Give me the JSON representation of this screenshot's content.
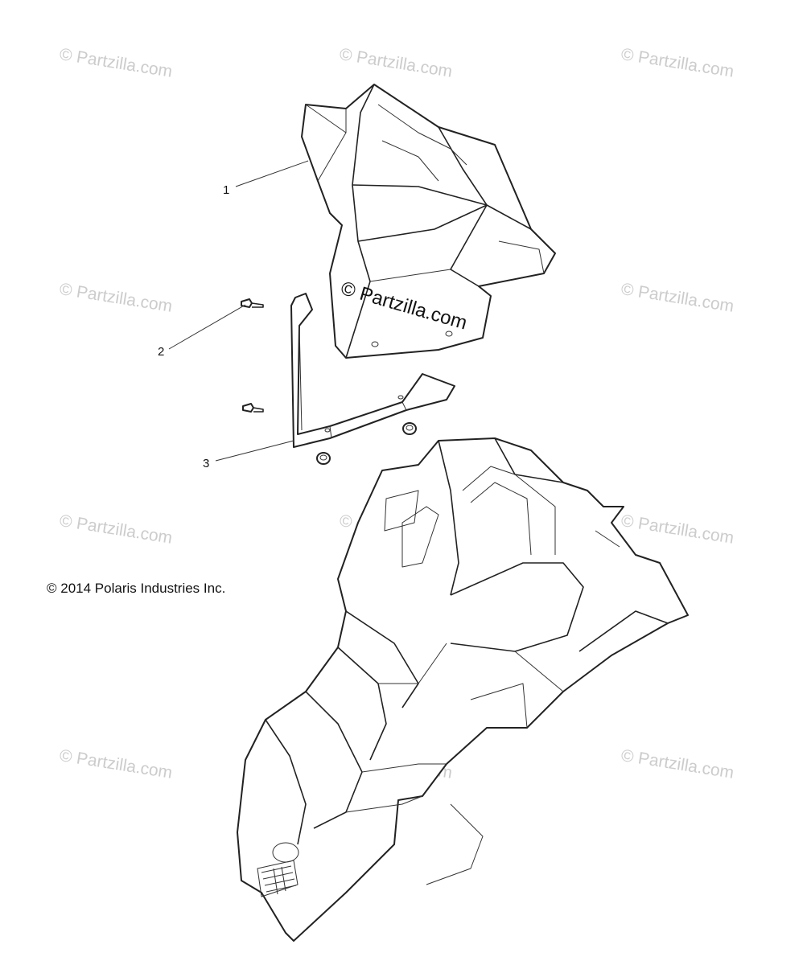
{
  "watermark": "© Partzilla.com",
  "center_watermark": "© Partzilla.com",
  "copyright": "© 2014 Polaris Industries Inc.",
  "callouts": [
    {
      "label": "1"
    },
    {
      "label": "2"
    },
    {
      "label": "3"
    }
  ]
}
